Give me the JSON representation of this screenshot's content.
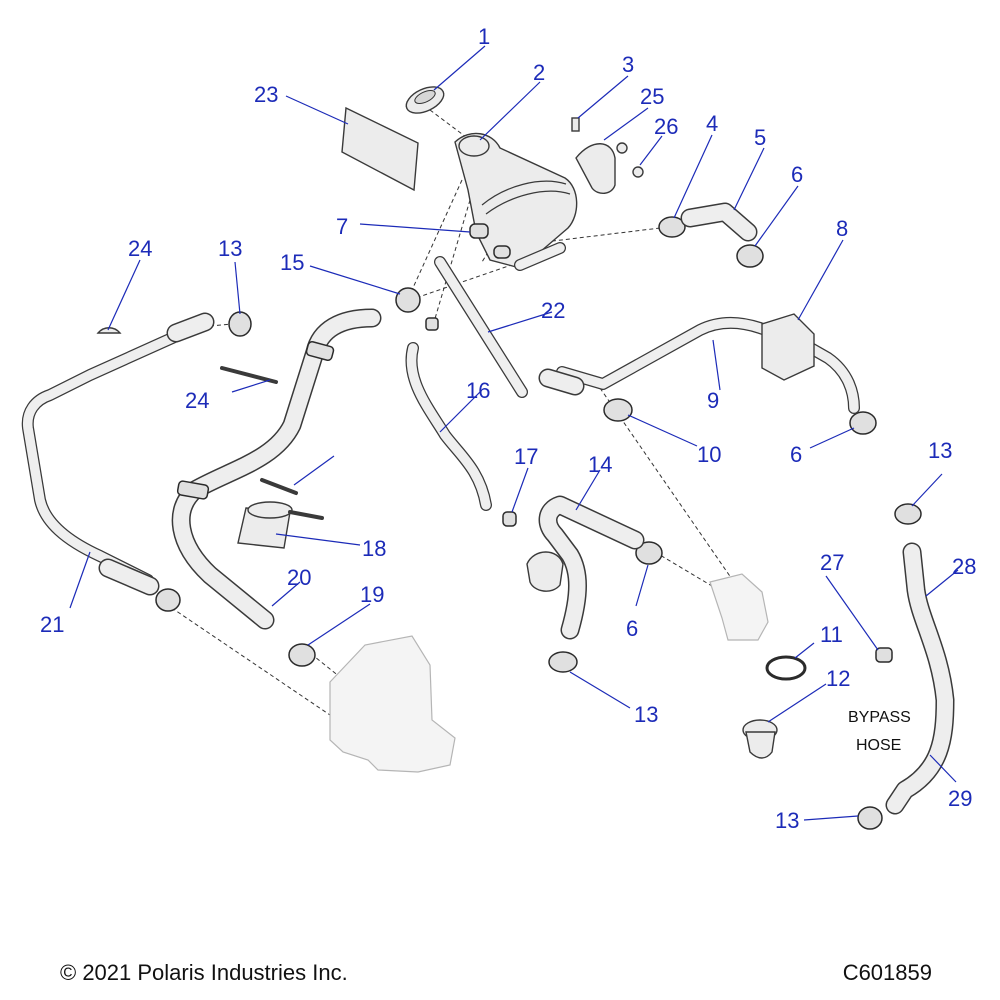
{
  "callouts": [
    "1",
    "2",
    "3",
    "25",
    "26",
    "4",
    "5",
    "6",
    "23",
    "7",
    "8",
    "24",
    "13",
    "15",
    "22",
    "9",
    "16",
    "10",
    "6",
    "24",
    "17",
    "14",
    "13",
    "18",
    "20",
    "27",
    "28",
    "19",
    "21",
    "6",
    "11",
    "12",
    "13",
    "13",
    "29"
  ],
  "note": {
    "line1": "BYPASS",
    "line2": "HOSE"
  },
  "footer": {
    "copyright": "© 2021 Polaris Industries Inc.",
    "drawing_number": "C601859"
  },
  "colors": {
    "callout": "#1c2bb8",
    "line": "#3a3a3a",
    "ghost": "#b5b5b5"
  }
}
